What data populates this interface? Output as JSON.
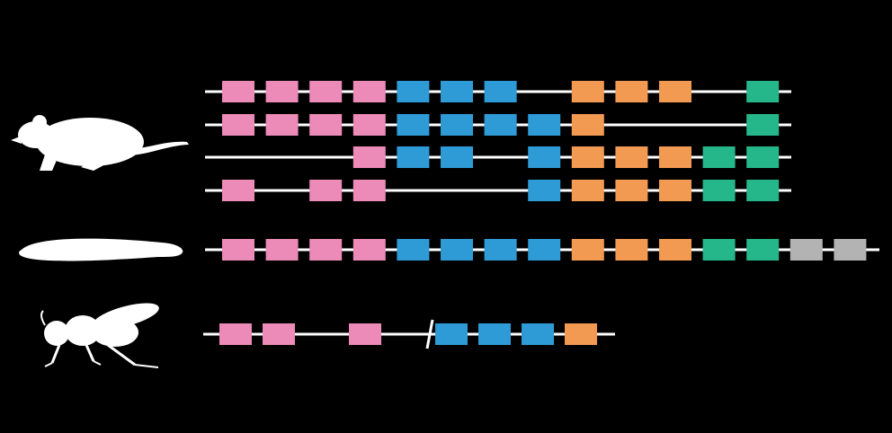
{
  "colors": {
    "background": "#000000",
    "line": "#ffffff",
    "pink": "#ec8ab8",
    "blue": "#2e9bd6",
    "orange": "#f39a52",
    "green": "#25b78a",
    "gray": "#b3b3b3"
  },
  "organisms": [
    {
      "name": "mouse-silhouette",
      "icon": "mouse-icon"
    },
    {
      "name": "lamprey-silhouette",
      "icon": "lamprey-icon"
    },
    {
      "name": "fly-silhouette",
      "icon": "fly-icon"
    }
  ],
  "clusters": [
    {
      "organism": "mouse",
      "genes": [
        "pink",
        "pink",
        "pink",
        "pink",
        "blue",
        "blue",
        "blue",
        null,
        "orange",
        "orange",
        "orange",
        null,
        "green"
      ]
    },
    {
      "organism": "mouse",
      "genes": [
        "pink",
        "pink",
        "pink",
        "pink",
        "blue",
        "blue",
        "blue",
        "blue",
        "orange",
        null,
        null,
        null,
        "green"
      ]
    },
    {
      "organism": "mouse",
      "genes": [
        null,
        null,
        null,
        "pink",
        "blue",
        "blue",
        null,
        "blue",
        "orange",
        "orange",
        "orange",
        "green",
        "green"
      ]
    },
    {
      "organism": "mouse",
      "genes": [
        "pink",
        null,
        "pink",
        "pink",
        null,
        null,
        null,
        "blue",
        "orange",
        "orange",
        "orange",
        "green",
        "green"
      ]
    },
    {
      "organism": "lamprey",
      "genes": [
        "pink",
        "pink",
        "pink",
        "pink",
        "blue",
        "blue",
        "blue",
        "blue",
        "orange",
        "orange",
        "orange",
        "green",
        "green",
        "gray",
        "gray"
      ]
    },
    {
      "organism": "fly",
      "genes": [
        "pink",
        "pink",
        null,
        "pink",
        null,
        "blue",
        "blue",
        "blue",
        "orange"
      ],
      "break_after_index": 5
    }
  ]
}
